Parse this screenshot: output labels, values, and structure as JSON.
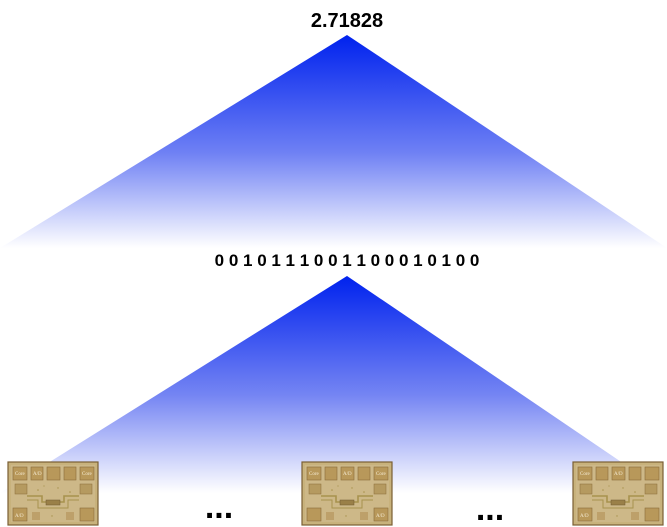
{
  "top_value": "2.71828",
  "bit_string": "0 0 1 0 1 1 1 0 0 1 1 0 0 0 1 0 1 0 0",
  "ellipsis_left": "...",
  "ellipsis_right": "...",
  "chip_labels": {
    "core": "Core",
    "ad": "A/D"
  },
  "colors": {
    "triangle_apex": "#0022ee",
    "triangle_base": "#ffffff",
    "chip_substrate": "#c8b27c",
    "chip_pad": "#b8985a",
    "chip_border": "#7a5f34",
    "chip_trace": "#a8924e"
  }
}
